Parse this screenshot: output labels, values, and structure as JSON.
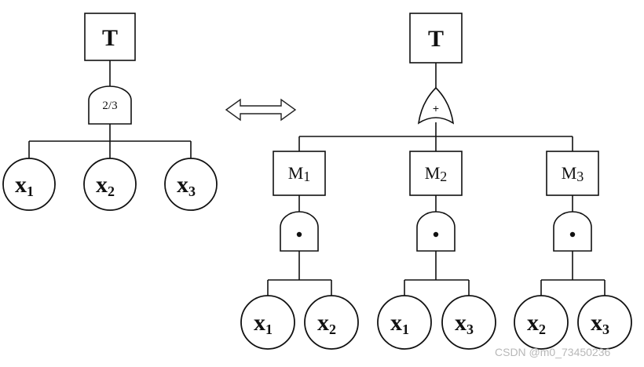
{
  "left_tree": {
    "top_event": "T",
    "gate": {
      "type": "voting",
      "label": "2/3"
    },
    "events": [
      {
        "main": "x",
        "sub": "1"
      },
      {
        "main": "x",
        "sub": "2"
      },
      {
        "main": "x",
        "sub": "3"
      }
    ]
  },
  "equivalence_arrow": "double-headed-arrow",
  "right_tree": {
    "top_event": "T",
    "gate": {
      "type": "or",
      "label": "+"
    },
    "intermediate": [
      {
        "main": "M",
        "sub": "1",
        "gate": {
          "type": "and",
          "label": "•"
        },
        "events": [
          {
            "main": "x",
            "sub": "1"
          },
          {
            "main": "x",
            "sub": "2"
          }
        ]
      },
      {
        "main": "M",
        "sub": "2",
        "gate": {
          "type": "and",
          "label": "•"
        },
        "events": [
          {
            "main": "x",
            "sub": "1"
          },
          {
            "main": "x",
            "sub": "3"
          }
        ]
      },
      {
        "main": "M",
        "sub": "3",
        "gate": {
          "type": "and",
          "label": "•"
        },
        "events": [
          {
            "main": "x",
            "sub": "2"
          },
          {
            "main": "x",
            "sub": "3"
          }
        ]
      }
    ]
  },
  "watermark": "CSDN @m0_73450236"
}
